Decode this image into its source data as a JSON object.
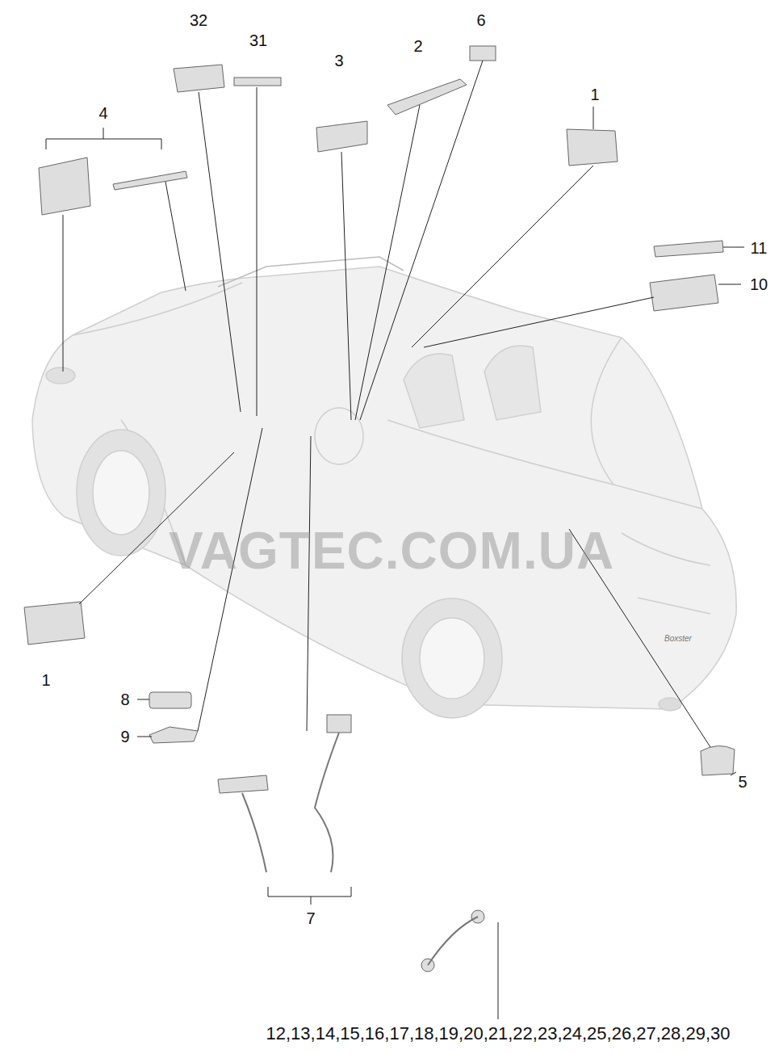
{
  "diagram": {
    "labels": [
      "32",
      "31",
      "4",
      "3",
      "2",
      "6",
      "1",
      "11",
      "10",
      "1",
      "8",
      "9",
      "5",
      "7",
      "12,13,14,15,16,17,18,19,20,21,22,23,24,25,26,27,28,29,30",
      "VAGTEC.COM.UA",
      "Boxster"
    ]
  }
}
